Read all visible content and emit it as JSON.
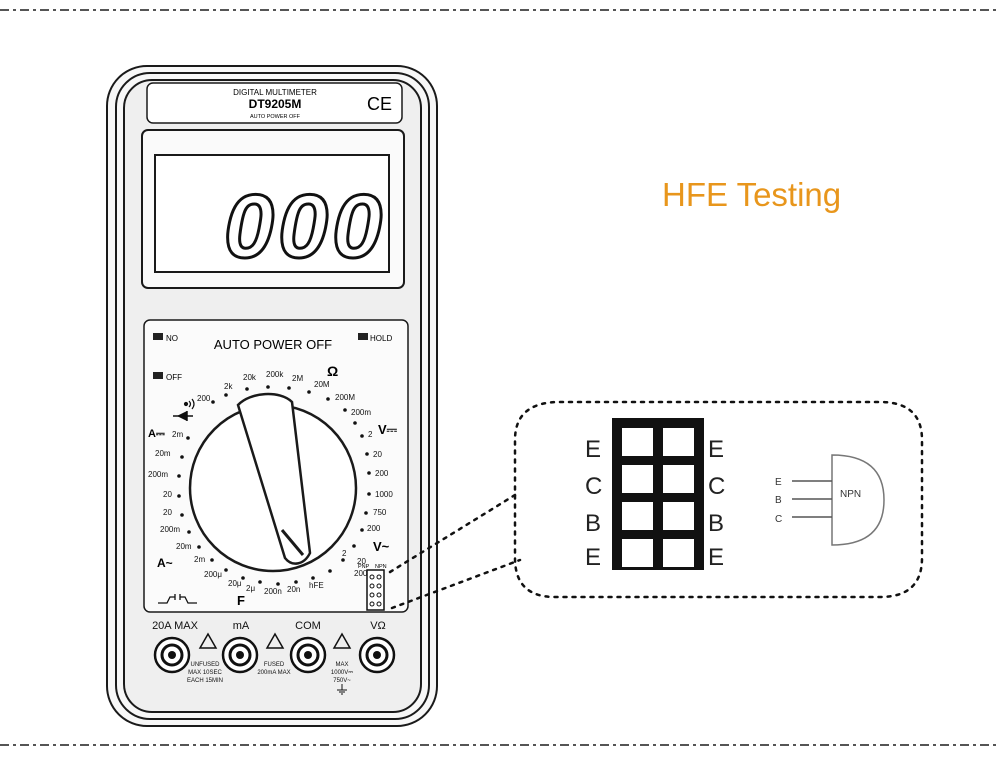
{
  "heading": "HFE Testing",
  "meter": {
    "brand_line": "DIGITAL MULTIMETER",
    "model": "DT9205M",
    "ce_mark": "CE",
    "auto_off_small": "AUTO POWER OFF",
    "display": "000",
    "panel_auto_off": "AUTO POWER OFF",
    "btn_no": "NO",
    "btn_off": "OFF",
    "btn_hold": "HOLD",
    "ohm_symbol": "Ω",
    "f_symbol": "F",
    "v_dc": "V⎓",
    "v_ac": "V~",
    "a_dc": "A⎓",
    "a_ac": "A~",
    "dial_labels": {
      "l200": "200",
      "l2k": "2k",
      "l20k": "20k",
      "l200k": "200k",
      "l2M": "2M",
      "l20M": "20M",
      "l200M": "200M",
      "l200m_vdc": "200m",
      "l2_vdc": "2",
      "l20_vdc": "20",
      "l200_vdc": "200",
      "l1000": "1000",
      "l750": "750",
      "l200_vac": "200",
      "l200m_vac": "200m",
      "l20_vac": "20",
      "l2_vac": "2",
      "hfe": "hFE",
      "l200n": "200n",
      "l20n": "20n",
      "l2u": "2μ",
      "l20u": "20μ",
      "l200u": "200μ",
      "l2m_aac": "2m",
      "l20m_aac": "20m",
      "l200m_aac": "200m",
      "l20_aac": "20",
      "l2m_adc": "2m",
      "l20m_adc": "20m",
      "l200m_adc": "200m",
      "l20_adc": "20",
      "l20_adc2": "20"
    },
    "socket_pnp": "PNP",
    "socket_npn": "NPN",
    "jacks": [
      "20A MAX",
      "mA",
      "COM",
      "VΩ"
    ],
    "warn_20a": [
      "UNFUSED",
      "MAX 10SEC",
      "EACH 15MIN"
    ],
    "warn_ma": [
      "FUSED",
      "200mA MAX"
    ],
    "warn_v": [
      "MAX",
      "1000V⎓",
      "750V~"
    ]
  },
  "socket_zoom": {
    "left_letters": [
      "E",
      "C",
      "B",
      "E"
    ],
    "right_letters": [
      "E",
      "C",
      "B",
      "E"
    ]
  },
  "transistor": {
    "pins": [
      "E",
      "B",
      "C"
    ],
    "type": "NPN"
  },
  "colors": {
    "heading": "#e8961c",
    "line": "#1a1a1a",
    "body_fill": "#f2f2f2"
  }
}
